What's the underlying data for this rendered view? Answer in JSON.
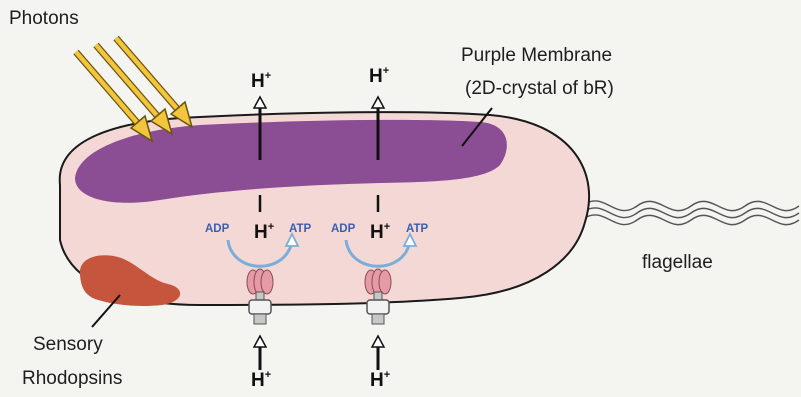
{
  "labels": {
    "photons": "Photons",
    "purple_membrane_line1": "Purple Membrane",
    "purple_membrane_line2": "(2D-crystal of bR)",
    "flagellae": "flagellae",
    "sensory_line1": "Sensory",
    "sensory_line2": "Rhodopsins",
    "h": "H",
    "plus": "+",
    "adp": "ADP",
    "atp": "ATP"
  },
  "colors": {
    "cell_fill": "#f4d8d5",
    "purple_membrane": "#8b4d93",
    "sensory_rhodopsin": "#c6553d",
    "photon_arrow": "#f2c53c",
    "atp_synthase": "#e59aa6",
    "cycle_arrow": "#7aaed8",
    "text_blue": "#3a5fb0"
  }
}
